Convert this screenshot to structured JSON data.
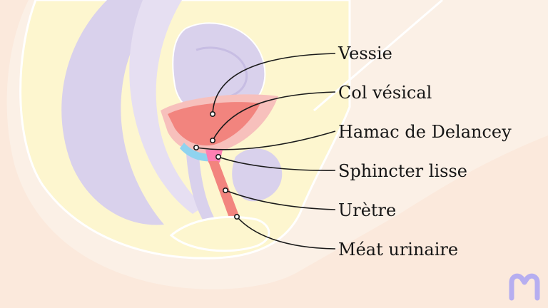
{
  "diagram": {
    "labels": [
      "Vessie",
      "Col vésical",
      "Hamac de Delancey",
      "Sphincter lisse",
      "Urètre",
      "Méat urinaire"
    ]
  },
  "logo": {
    "icon": "m-logo-icon"
  },
  "colors": {
    "background": "#fbf0e6",
    "skin": "#fdf6cf",
    "organ": "#d9d1ec",
    "bladder": "#f2847e",
    "bladder_outer": "#f7c0bc",
    "delancey": "#8fd3ef",
    "sphincter": "#ff7fb3",
    "leader_line": "#1a1a1a",
    "logo": "#b6aef0"
  }
}
